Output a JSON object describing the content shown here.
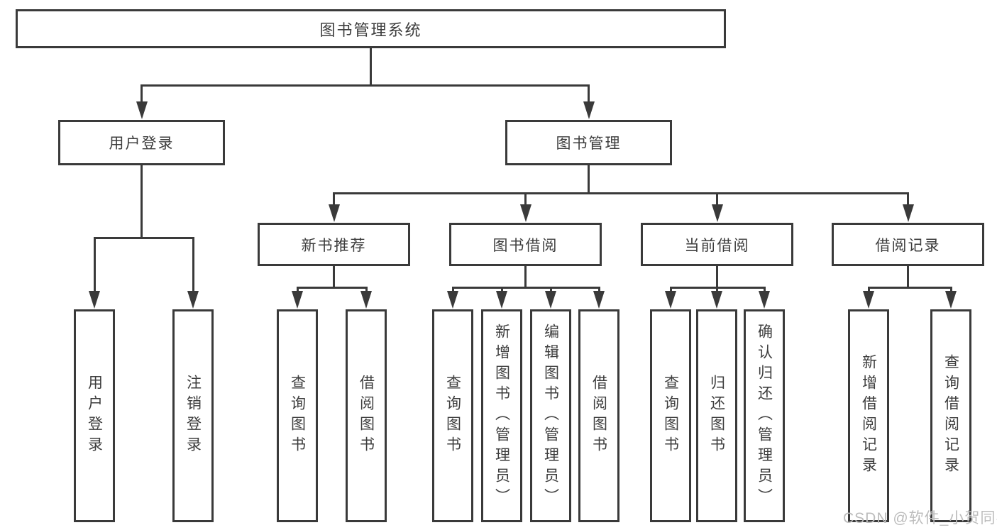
{
  "diagram": {
    "title": "图书管理系统",
    "root": {
      "label": "图书管理系统"
    },
    "user_branch": {
      "label": "用户登录",
      "children": [
        "用户登录",
        "注销登录"
      ]
    },
    "manage_branch": {
      "label": "图书管理",
      "children": [
        {
          "label": "新书推荐",
          "children": [
            "查询图书",
            "借阅图书"
          ]
        },
        {
          "label": "图书借阅",
          "children": [
            "查询图书",
            "新增图书（管理员）",
            "编辑图书（管理员）",
            "借阅图书"
          ]
        },
        {
          "label": "当前借阅",
          "children": [
            "查询图书",
            "归还图书",
            "确认归还（管理员）"
          ]
        },
        {
          "label": "借阅记录",
          "children": [
            "新增借阅记录",
            "查询借阅记录"
          ]
        }
      ]
    }
  },
  "watermark": {
    "text": "CSDN @软件_小贺同学"
  },
  "colors": {
    "line": "#3a3a3a",
    "text": "#3d3d3d",
    "watermark": "#bcbcbc",
    "background": "#ffffff"
  }
}
